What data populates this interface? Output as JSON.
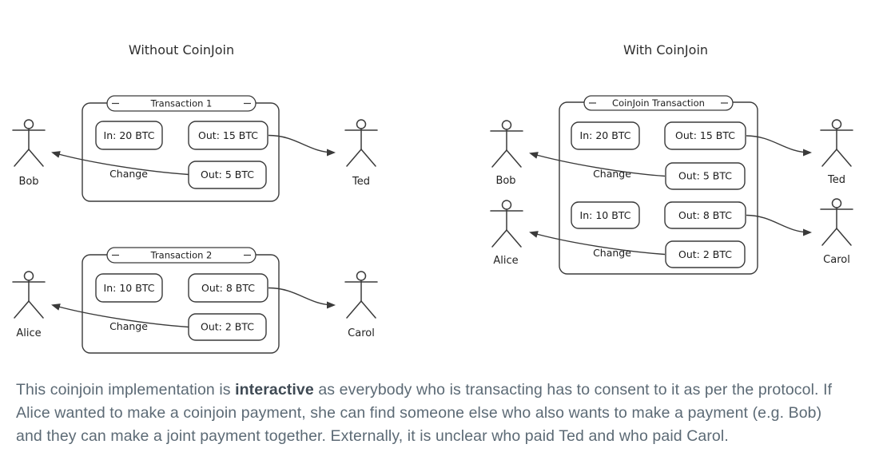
{
  "left": {
    "title": "Without CoinJoin",
    "tx1": {
      "label": "Transaction 1",
      "input": "In: 20 BTC",
      "output1": "Out: 15 BTC",
      "output2": "Out: 5 BTC",
      "change": "Change"
    },
    "tx2": {
      "label": "Transaction 2",
      "input": "In: 10 BTC",
      "output1": "Out: 8 BTC",
      "output2": "Out: 2 BTC",
      "change": "Change"
    },
    "people": {
      "bob": "Bob",
      "ted": "Ted",
      "alice": "Alice",
      "carol": "Carol"
    }
  },
  "right": {
    "title": "With CoinJoin",
    "tx": {
      "label": "CoinJoin Transaction",
      "row1": {
        "input": "In: 20 BTC",
        "output1": "Out: 15 BTC",
        "output2": "Out: 5 BTC",
        "change": "Change"
      },
      "row2": {
        "input": "In: 10 BTC",
        "output1": "Out: 8 BTC",
        "output2": "Out: 2 BTC",
        "change": "Change"
      }
    },
    "people": {
      "bob": "Bob",
      "ted": "Ted",
      "alice": "Alice",
      "carol": "Carol"
    }
  },
  "paragraph": {
    "before_bold": "This coinjoin implementation is ",
    "bold": "interactive",
    "after_bold": " as everybody who is transacting has to consent to it as per the protocol. If Alice wanted to make a coinjoin payment, she can find someone else who also wants to make a payment (e.g. Bob) and they can make a joint payment together. Externally, it is unclear who paid Ted and who paid Carol."
  },
  "colors": {
    "diagram_stroke": "#3a3a3a",
    "diagram_text": "#1c1c1c",
    "body_text": "#5c6a75",
    "body_bold": "#3f4a54",
    "background": "#ffffff"
  }
}
